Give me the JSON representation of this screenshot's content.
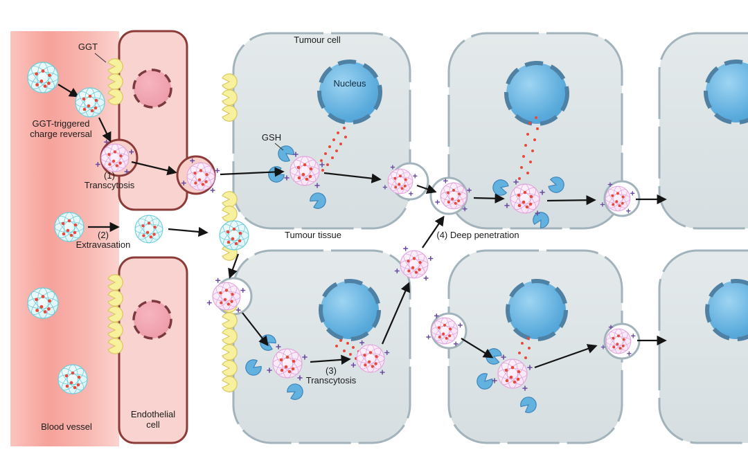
{
  "figure": {
    "molecules": {
      "ggt": "GGT",
      "gsh": "GSH"
    },
    "charge_reversal": {
      "line1": "GGT-triggered",
      "line2": "charge reversal"
    },
    "steps": {
      "step1": {
        "number": "(1)",
        "name": "Transcytosis"
      },
      "step2": {
        "number": "(2)",
        "name": "Extravasation"
      },
      "step3": {
        "number": "(3)",
        "name": "Transcytosis"
      },
      "step4": {
        "label": "(4) Deep penetration"
      }
    },
    "regions": {
      "blood_vessel": "Blood vessel",
      "endothelial_cell_line1": "Endothelial",
      "endothelial_cell_line2": "cell",
      "tumour_cell": "Tumour cell",
      "tumour_tissue": "Tumour tissue",
      "nucleus": "Nucleus"
    },
    "colors": {
      "blood_vessel_pink": "#f6a29a",
      "endothelial_fill": "#f8d3cf",
      "endothelial_border": "#8c3b39",
      "tumour_cell_fill": "#dee5e7",
      "tumour_cell_border": "#a2b3bb",
      "nucleus_blue": "#5aabdc",
      "nucleus_border": "#4e81a3",
      "ggt_yellow": "#f7f09c",
      "gsh_blue": "#63b1df",
      "drug_red": "#e8493a",
      "nanoparticle_cyan": "#5cc6d4",
      "nanoparticle_pink": "#dc9bd6",
      "charge_purple": "#6a4a9e",
      "arrow_black": "#141414"
    },
    "icons": {
      "ggt_enzyme_icon": "yellow pac-man wedge on membranes",
      "gsh_enzyme_icon": "blue pac-man wedge inside tumour cells",
      "nanoparticle_cyan_icon": "cyan mesh sphere loaded with red drug dots",
      "nanoparticle_pink_icon": "pink mesh sphere with red drug dots and purple positive charges",
      "drug_dot_icon": "small red dot (released drug)",
      "arrow_icon": "black pathway arrow"
    }
  }
}
